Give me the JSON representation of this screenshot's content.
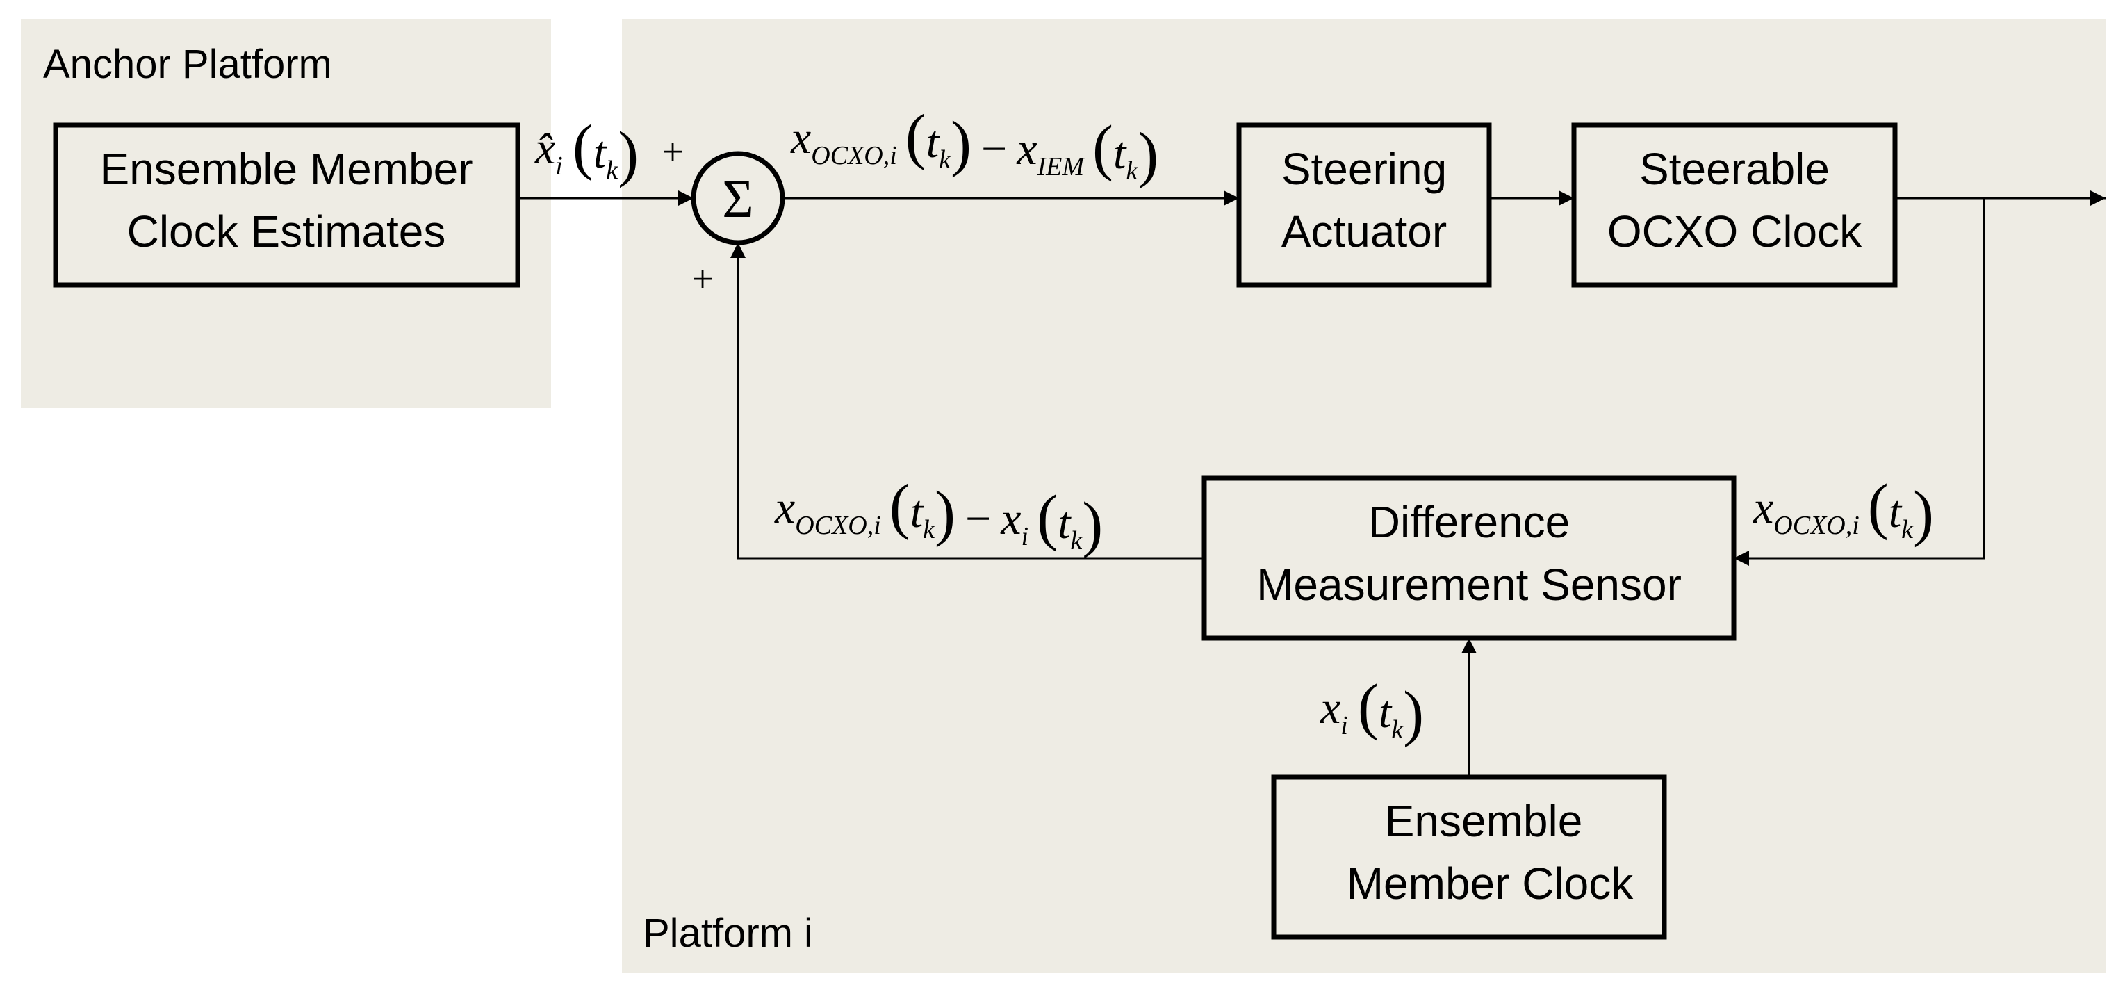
{
  "regions": {
    "anchor": "Anchor Platform",
    "platform": "Platform i"
  },
  "blocks": {
    "ensemble_estimates": [
      "Ensemble Member",
      "Clock Estimates"
    ],
    "steering_actuator": [
      "Steering",
      "Actuator"
    ],
    "steerable_clock": [
      "Steerable",
      "OCXO Clock"
    ],
    "difference_sensor": [
      "Difference",
      "Measurement Sensor"
    ],
    "ensemble_clock": [
      "Ensemble",
      "Member Clock"
    ]
  },
  "summing_junction": {
    "symbol": "Σ",
    "top_sign": "+",
    "bottom_sign": "+"
  },
  "signals": {
    "estimate": {
      "var": "x̂",
      "sub": "i",
      "arg": "t",
      "arg_sub": "k"
    },
    "error": {
      "v1": "x",
      "s1": "OCXO,i",
      "a1": "t",
      "as1": "k",
      "op": "−",
      "v2": "x",
      "s2": "IEM",
      "a2": "t",
      "as2": "k"
    },
    "feedback": {
      "v1": "x",
      "s1": "OCXO,i",
      "a1": "t",
      "as1": "k",
      "op": "−",
      "v2": "x",
      "s2": "i",
      "a2": "t",
      "as2": "k"
    },
    "ocxo_output": {
      "var": "x",
      "sub": "OCXO,i",
      "arg": "t",
      "arg_sub": "k"
    },
    "member_clock": {
      "var": "x",
      "sub": "i",
      "arg": "t",
      "arg_sub": "k"
    }
  }
}
